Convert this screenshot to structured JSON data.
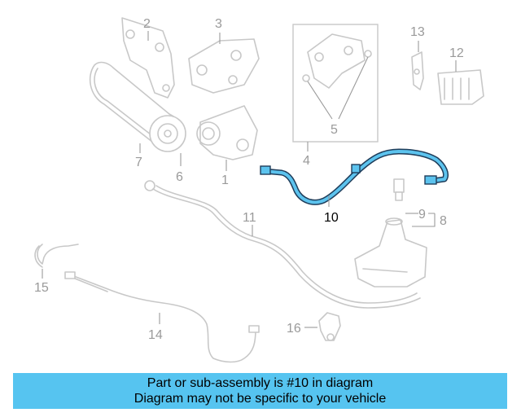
{
  "colors": {
    "banner_bg": "#56c4f0",
    "highlight": "#5cc3ee",
    "part_stroke": "#c8c8c8",
    "callout": "#9a9a9a"
  },
  "callouts": {
    "c1": "1",
    "c2": "2",
    "c3": "3",
    "c4": "4",
    "c5": "5",
    "c6": "6",
    "c7": "7",
    "c8": "8",
    "c9": "9",
    "c10": "10",
    "c11": "11",
    "c12": "12",
    "c13": "13",
    "c14": "14",
    "c15": "15",
    "c16": "16"
  },
  "banner": {
    "line1": "Part or sub-assembly is #10 in diagram",
    "line2": "Diagram may not be specific to your vehicle"
  }
}
